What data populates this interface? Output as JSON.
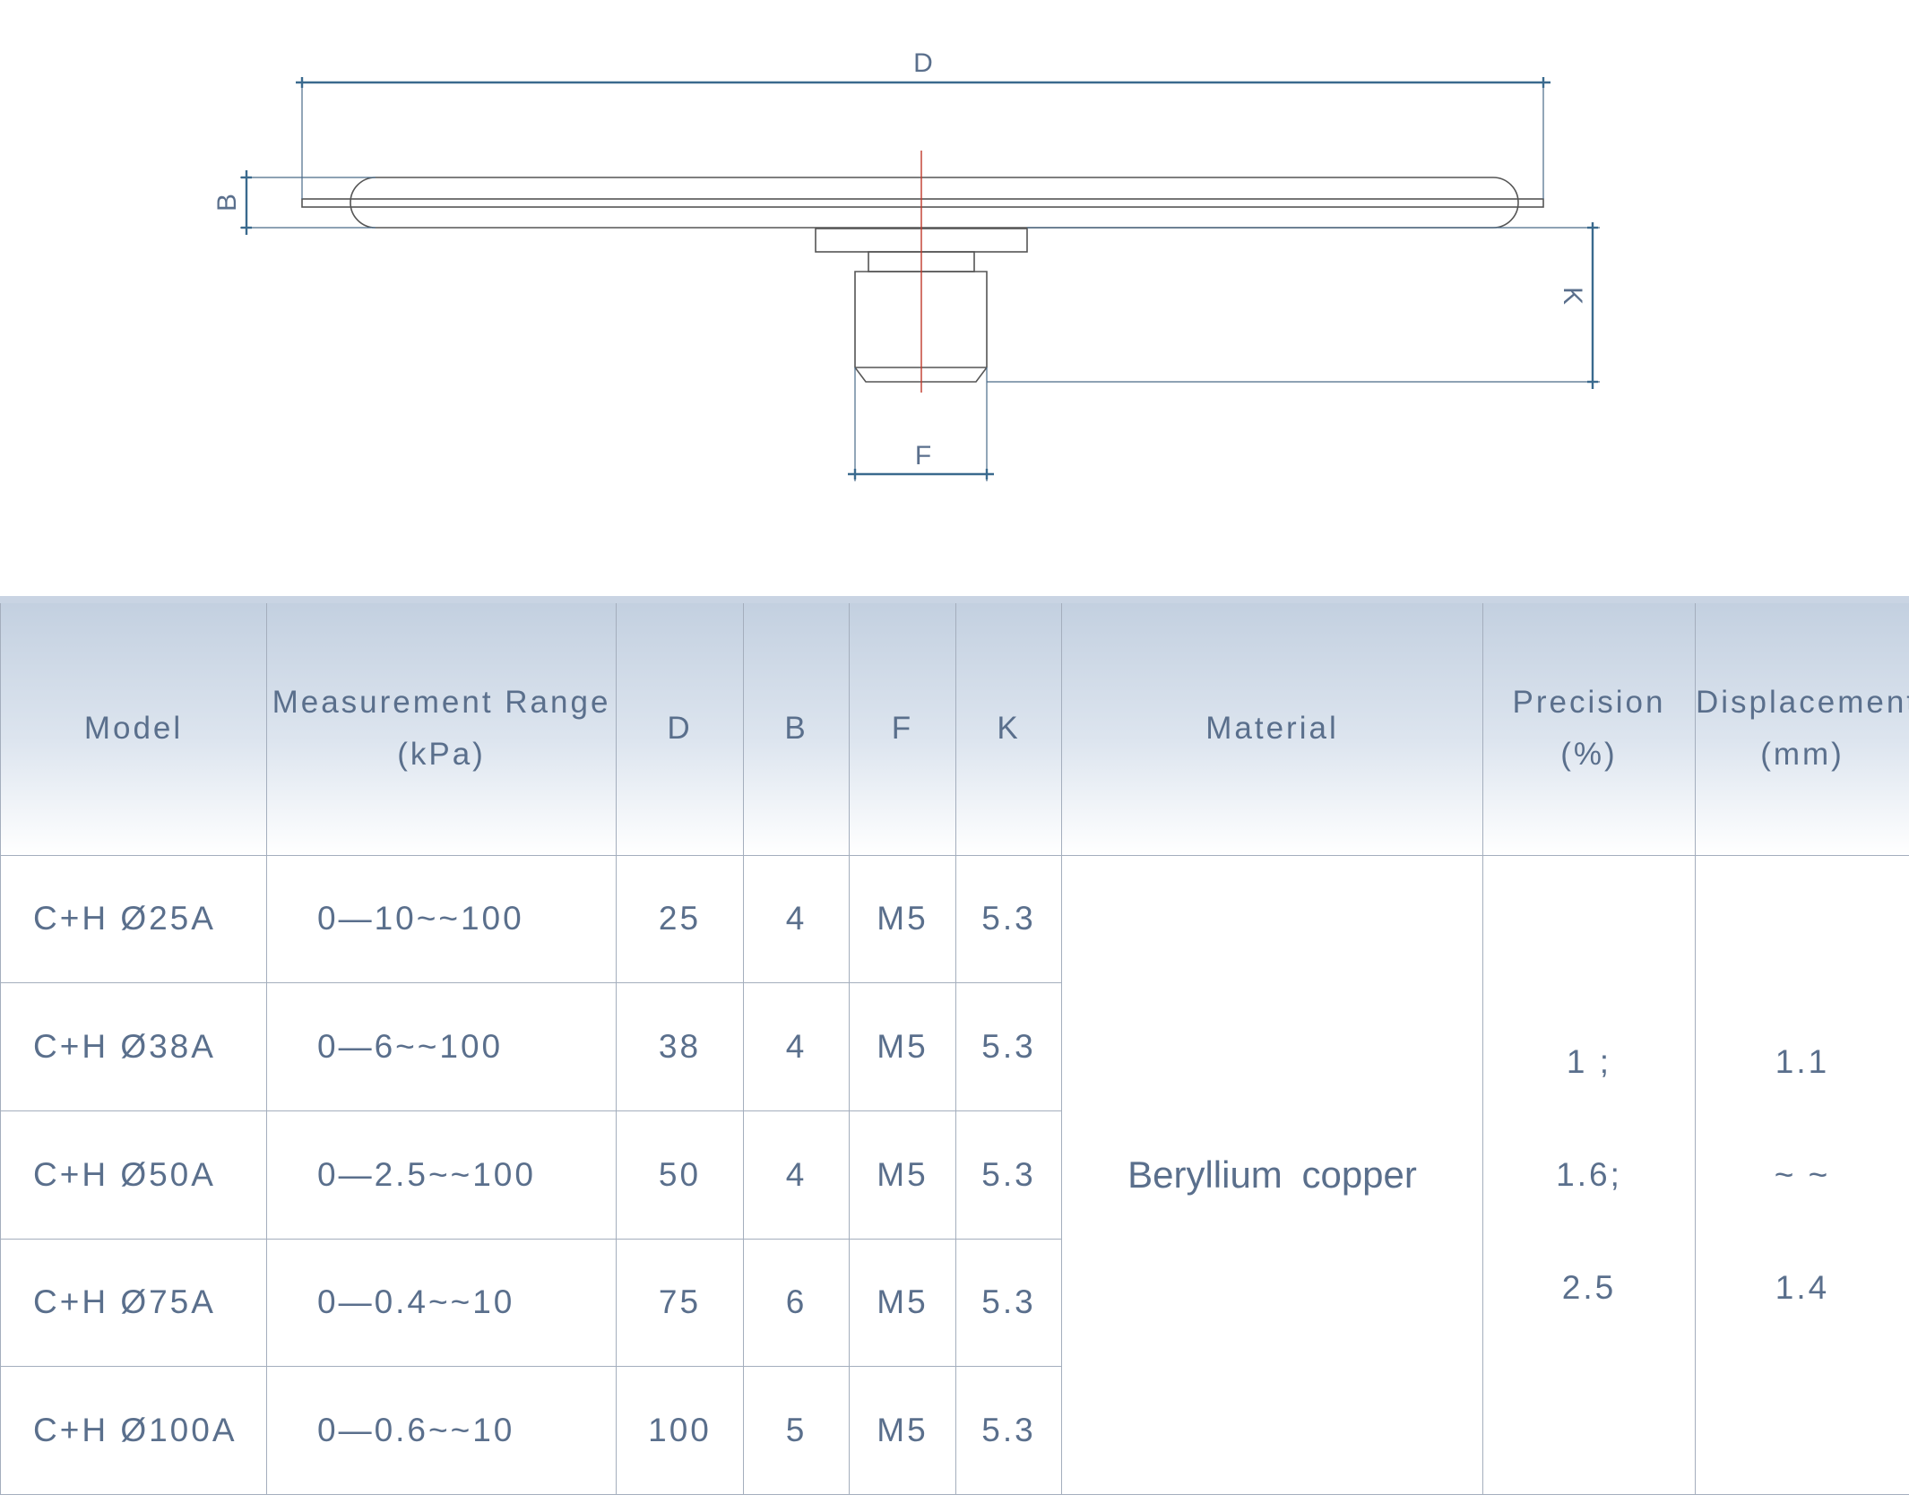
{
  "drawing": {
    "labels": {
      "d": "D",
      "b": "B",
      "k": "K",
      "f": "F"
    }
  },
  "table": {
    "headers": {
      "model": "Model",
      "range_line1": "Measurement Range",
      "range_line2": "(kPa)",
      "d": "D",
      "b": "B",
      "f": "F",
      "k": "K",
      "material": "Material",
      "precision_line1": "Precision",
      "precision_line2": "(%)",
      "displacement_line1": "Displacement",
      "displacement_line2": "(mm)"
    },
    "rows": [
      {
        "model": "C+H Ø25A",
        "range": "0—10~~100",
        "d": "25",
        "b": "4",
        "f": "M5",
        "k": "5.3"
      },
      {
        "model": "C+H Ø38A",
        "range": "0—6~~100",
        "d": "38",
        "b": "4",
        "f": "M5",
        "k": "5.3"
      },
      {
        "model": "C+H Ø50A",
        "range": "0—2.5~~100",
        "d": "50",
        "b": "4",
        "f": "M5",
        "k": "5.3"
      },
      {
        "model": "C+H Ø75A",
        "range": "0—0.4~~10",
        "d": "75",
        "b": "6",
        "f": "M5",
        "k": "5.3"
      },
      {
        "model": "C+H Ø100A",
        "range": "0—0.6~~10",
        "d": "100",
        "b": "5",
        "f": "M5",
        "k": "5.3"
      }
    ],
    "material": "Beryllium copper",
    "precision": [
      "1 ;",
      "1.6;",
      "2.5"
    ],
    "displacement": [
      "1.1",
      "~ ~",
      "1.4"
    ]
  },
  "colors": {
    "text": "#5a6f8c",
    "dimension_line": "#3a6a8e",
    "centerline": "#c0392b",
    "header_gradient_top": "#c3d0e0",
    "grid": "#a4aebd"
  }
}
